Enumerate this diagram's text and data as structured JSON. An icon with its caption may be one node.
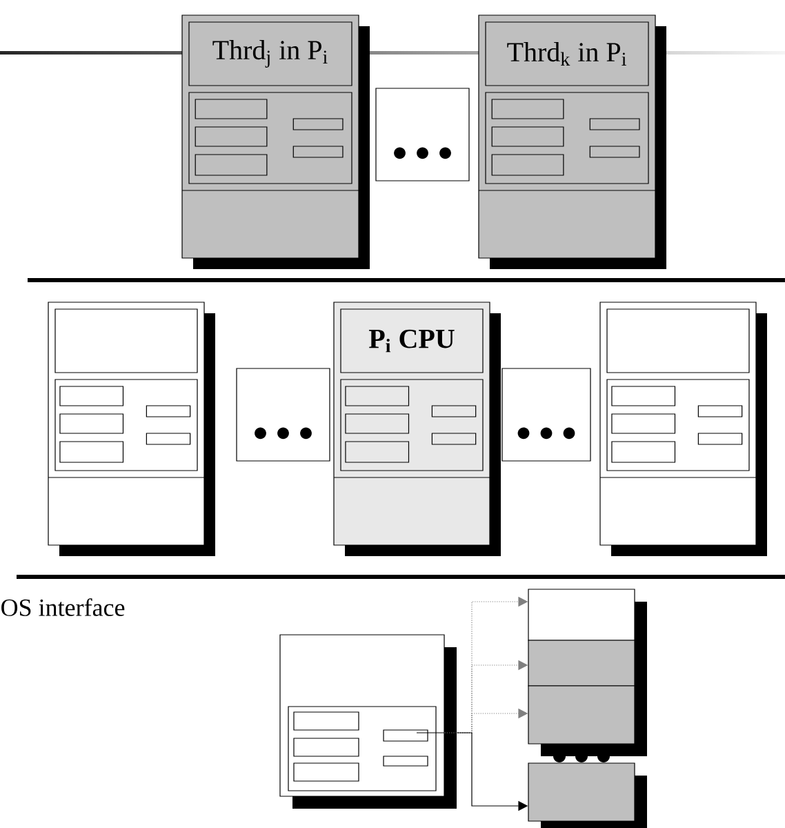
{
  "diagram": {
    "nodes": [
      {
        "text": [
          "Thrd$_{j}$ in P$_{i}$"
        ]
      },
      {
        "text": [],
        "shape": "box"
      },
      {
        "text": [
          "Thrd$_{k}$ in P$_{i}$"
        ]
      },
      {
        "text": [],
        "shape": "box"
      },
      {
        "text": [],
        "shape": "box"
      },
      {
        "text": [
          "P$_{i}$ CPU"
        ]
      },
      {
        "text": [],
        "shape": "box"
      },
      {
        "text": [],
        "shape": "box"
      },
      {
        "text": [],
        "shape": "box"
      },
      {
        "text": [],
        "shape": "box"
      },
      {
        "text": [],
        "shape": "box"
      },
      {
        "text": [],
        "shape": "box"
      },
      {
        "text": [],
        "shape": "box"
      }
    ],
    "edges": [
      {
        "from": 8,
        "to": 9,
        "arrow": "to",
        "style": "dashed"
      },
      {
        "from": 8,
        "to": 10,
        "arrow": "to",
        "style": "dashed"
      },
      {
        "from": 8,
        "to": 11,
        "arrow": "to",
        "style": "dashed"
      },
      {
        "from": 8,
        "to": 12,
        "arrow": "to",
        "color": "#000000"
      }
    ],
    "labels": [
      "OS interface"
    ]
  }
}
